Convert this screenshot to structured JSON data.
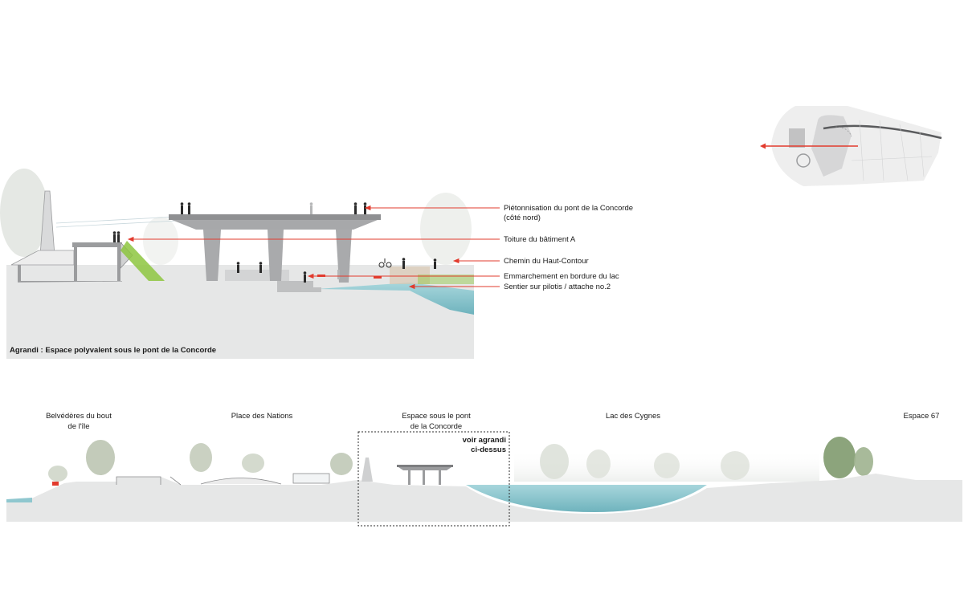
{
  "enlarged": {
    "caption": "Agrandi : Espace polyvalent sous le pont de la Concorde",
    "annotations": [
      {
        "line1": "Piétonnisation du pont de la Concorde",
        "line2": "(côté nord)"
      },
      {
        "line1": "Toiture du bâtiment A",
        "line2": ""
      },
      {
        "line1": "Chemin du Haut-Contour",
        "line2": ""
      },
      {
        "line1": "Emmarchement en bordure du lac",
        "line2": ""
      },
      {
        "line1": "Sentier sur pilotis / attache no.2",
        "line2": ""
      }
    ]
  },
  "overall": {
    "zones": [
      {
        "line1": "Belvédères du bout",
        "line2": "de l'île"
      },
      {
        "line1": "Place des Nations",
        "line2": ""
      },
      {
        "line1": "Espace sous le pont",
        "line2": "de la Concorde"
      },
      {
        "line1": "Lac des Cygnes",
        "line2": ""
      },
      {
        "line1": "Espace 67",
        "line2": ""
      }
    ],
    "callout": {
      "line1": "voir agrandi",
      "line2": "ci-dessus"
    }
  },
  "colors": {
    "accent": "#e23b2e",
    "ground": "#e6e7e7",
    "structure": "#9b9c9e",
    "water": "#8fc7cf",
    "vegetation": "#8dc63f"
  }
}
